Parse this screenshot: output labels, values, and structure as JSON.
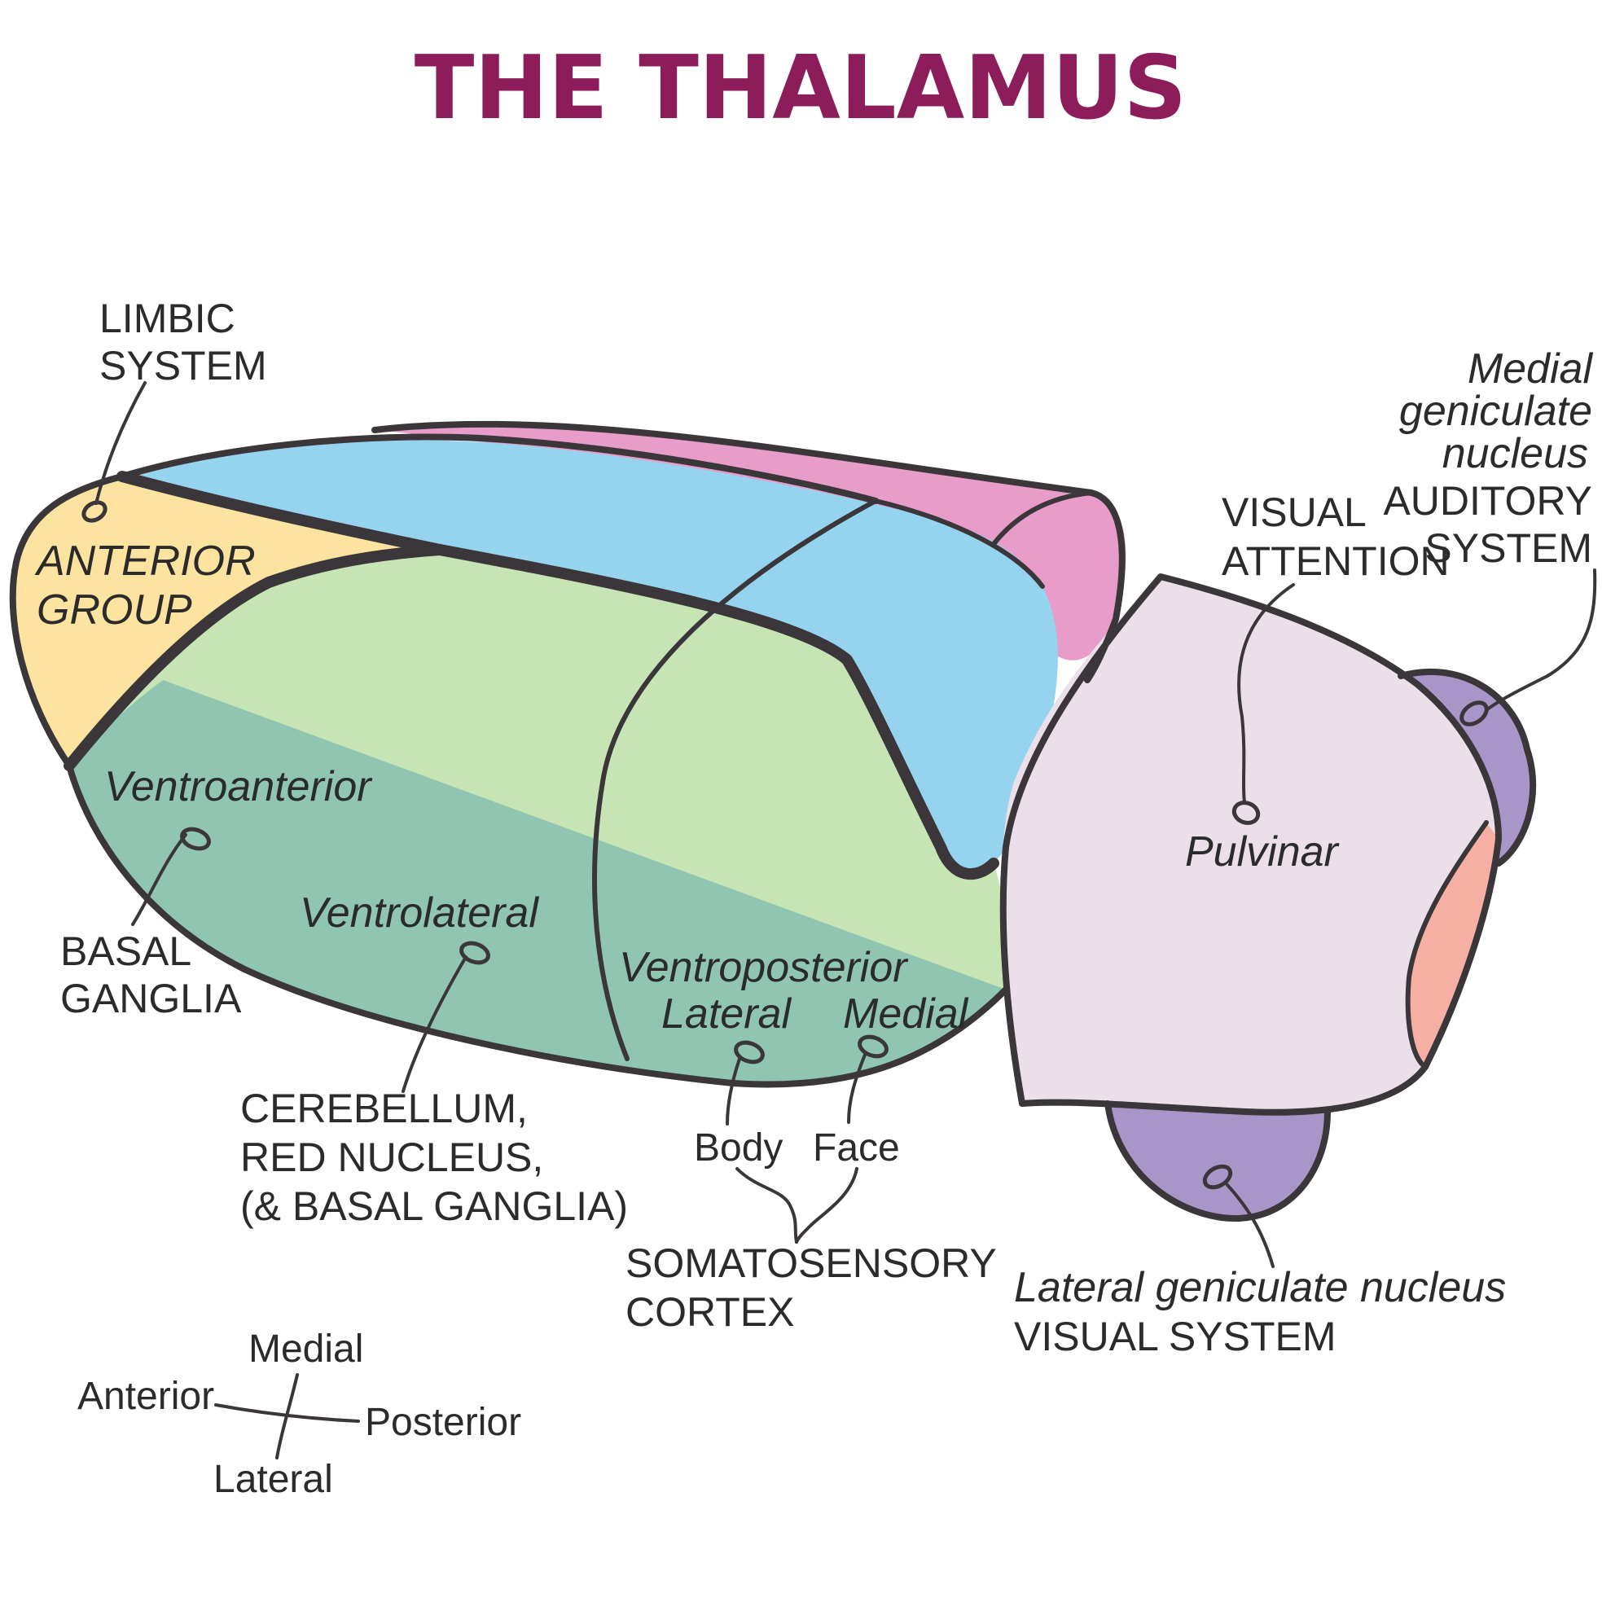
{
  "title": "THE THALAMUS",
  "colors": {
    "title": "#8c1d5a",
    "anterior_group": "#fde3a0",
    "dorsal_blue": "#96d3ee",
    "dorsal_pink": "#e89cc9",
    "ventral_light_green": "#c7e4b5",
    "ventral_teal": "#8fc5b1",
    "pulvinar": "#ebe0ea",
    "geniculate_purple": "#a996c8",
    "salmon": "#f5b0a3",
    "outline": "#3a3639"
  },
  "labels": {
    "limbic_line1": "LIMBIC",
    "limbic_line2": "SYSTEM",
    "anterior_line1": "ANTERIOR",
    "anterior_line2": "GROUP",
    "ventroanterior": "Ventroanterior",
    "basal_line1": "BASAL",
    "basal_line2": "GANGLIA",
    "ventrolateral": "Ventrolateral",
    "cerebellum_line1": "CEREBELLUM,",
    "cerebellum_line2": "RED NUCLEUS,",
    "cerebellum_line3": "(& BASAL GANGLIA)",
    "ventroposterior": "Ventroposterior",
    "vp_lateral": "Lateral",
    "vp_medial": "Medial",
    "body": "Body",
    "face": "Face",
    "somato_line1": "SOMATOSENSORY",
    "somato_line2": "CORTEX",
    "visual_att_line1": "VISUAL",
    "visual_att_line2": "ATTENTION",
    "mgn_line1": "Medial",
    "mgn_line2": "geniculate",
    "mgn_line3": "nucleus",
    "auditory_line1": "AUDITORY",
    "auditory_line2": "SYSTEM",
    "pulvinar": "Pulvinar",
    "lgn_line1": "Lateral geniculate nucleus",
    "lgn_line2": "VISUAL SYSTEM"
  },
  "compass": {
    "medial": "Medial",
    "anterior": "Anterior",
    "posterior": "Posterior",
    "lateral": "Lateral"
  }
}
